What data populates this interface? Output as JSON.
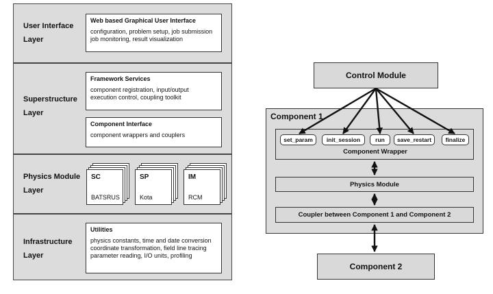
{
  "left": {
    "layers": [
      {
        "title": "User Interface\nLayer",
        "boxes": [
          {
            "title": "Web based Graphical User Interface",
            "text": "configuration, problem setup, job submission\njob monitoring, result visualization"
          }
        ]
      },
      {
        "title": "Superstructure\nLayer",
        "boxes": [
          {
            "title": "Framework Services",
            "text": "component registration, input/output\nexecution control, coupling toolkit"
          },
          {
            "title": "Component Interface",
            "text": "component wrappers and couplers"
          }
        ]
      },
      {
        "title": "Physics Module\nLayer",
        "modules": [
          {
            "name": "SC",
            "sub": "BATSRUS"
          },
          {
            "name": "SP",
            "sub": "Kota"
          },
          {
            "name": "IM",
            "sub": "RCM"
          }
        ]
      },
      {
        "title": "Infrastructure\nLayer",
        "boxes": [
          {
            "title": "Utilities",
            "text": "physics constants, time and date conversion\ncoordinate transformation, field line tracing\nparameter reading, I/O units, profiling"
          }
        ]
      }
    ]
  },
  "right": {
    "control_module": "Control Module",
    "component1_title": "Component 1",
    "methods": [
      "set_param",
      "init_session",
      "run",
      "save_restart",
      "finalize"
    ],
    "wrapper_label": "Component Wrapper",
    "physics_module": "Physics Module",
    "coupler": "Coupler between Component 1 and Component 2",
    "component2": "Component 2"
  }
}
